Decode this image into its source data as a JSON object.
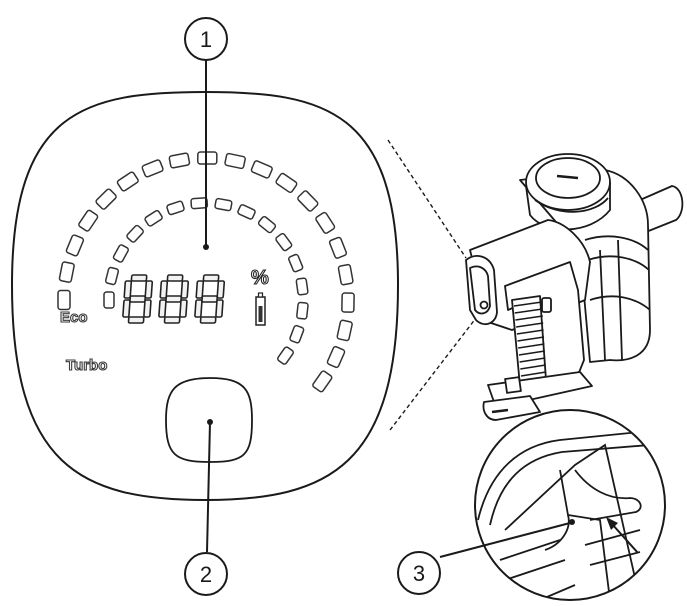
{
  "callouts": [
    {
      "number": "1"
    },
    {
      "number": "2"
    },
    {
      "number": "3"
    }
  ],
  "display": {
    "digits": "888",
    "percent_symbol": "%",
    "mode_eco": "Eco",
    "mode_turbo": "Turbo",
    "battery_icon": "battery-icon"
  },
  "colors": {
    "line": "#1a1a1a",
    "segment_stroke": "#333333",
    "segment_fill": "#ffffff",
    "digit_fill": "#f2f2f2",
    "mode_text": "#3a3a3a"
  }
}
